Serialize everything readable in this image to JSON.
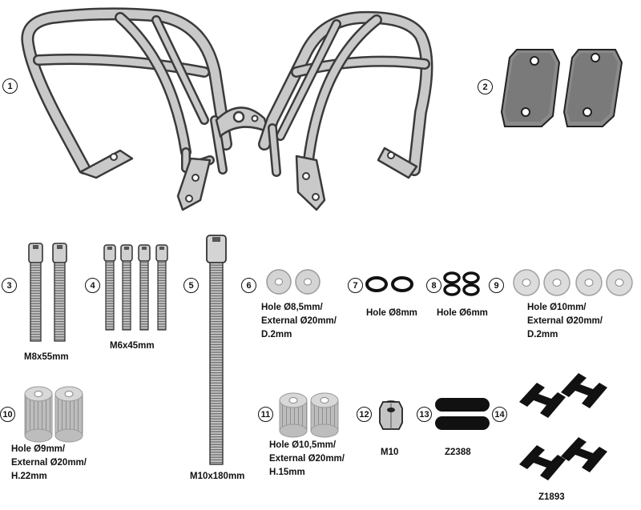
{
  "parts": [
    {
      "num": "1"
    },
    {
      "num": "2"
    },
    {
      "num": "3",
      "label": "M8x55mm"
    },
    {
      "num": "4",
      "label": "M6x45mm"
    },
    {
      "num": "5",
      "label": "M10x180mm"
    },
    {
      "num": "6",
      "label": "Hole Ø8,5mm/\nExternal Ø20mm/\nD.2mm"
    },
    {
      "num": "7",
      "label": "Hole Ø8mm"
    },
    {
      "num": "8",
      "label": "Hole Ø6mm"
    },
    {
      "num": "9",
      "label": "Hole Ø10mm/\nExternal Ø20mm/\nD.2mm"
    },
    {
      "num": "10",
      "label": "Hole Ø9mm/\nExternal Ø20mm/\nH.22mm"
    },
    {
      "num": "11",
      "label": "Hole Ø10,5mm/\nExternal Ø20mm/\nH.15mm"
    },
    {
      "num": "12",
      "label": "M10"
    },
    {
      "num": "13",
      "label": "Z2388"
    },
    {
      "num": "14",
      "label": "Z1893"
    }
  ],
  "colors": {
    "line": "#3a3a3a",
    "metal": "#b4b4b4",
    "washer": "#d4d4d4",
    "dark": "#111111",
    "plate": "#7d7d7d"
  }
}
